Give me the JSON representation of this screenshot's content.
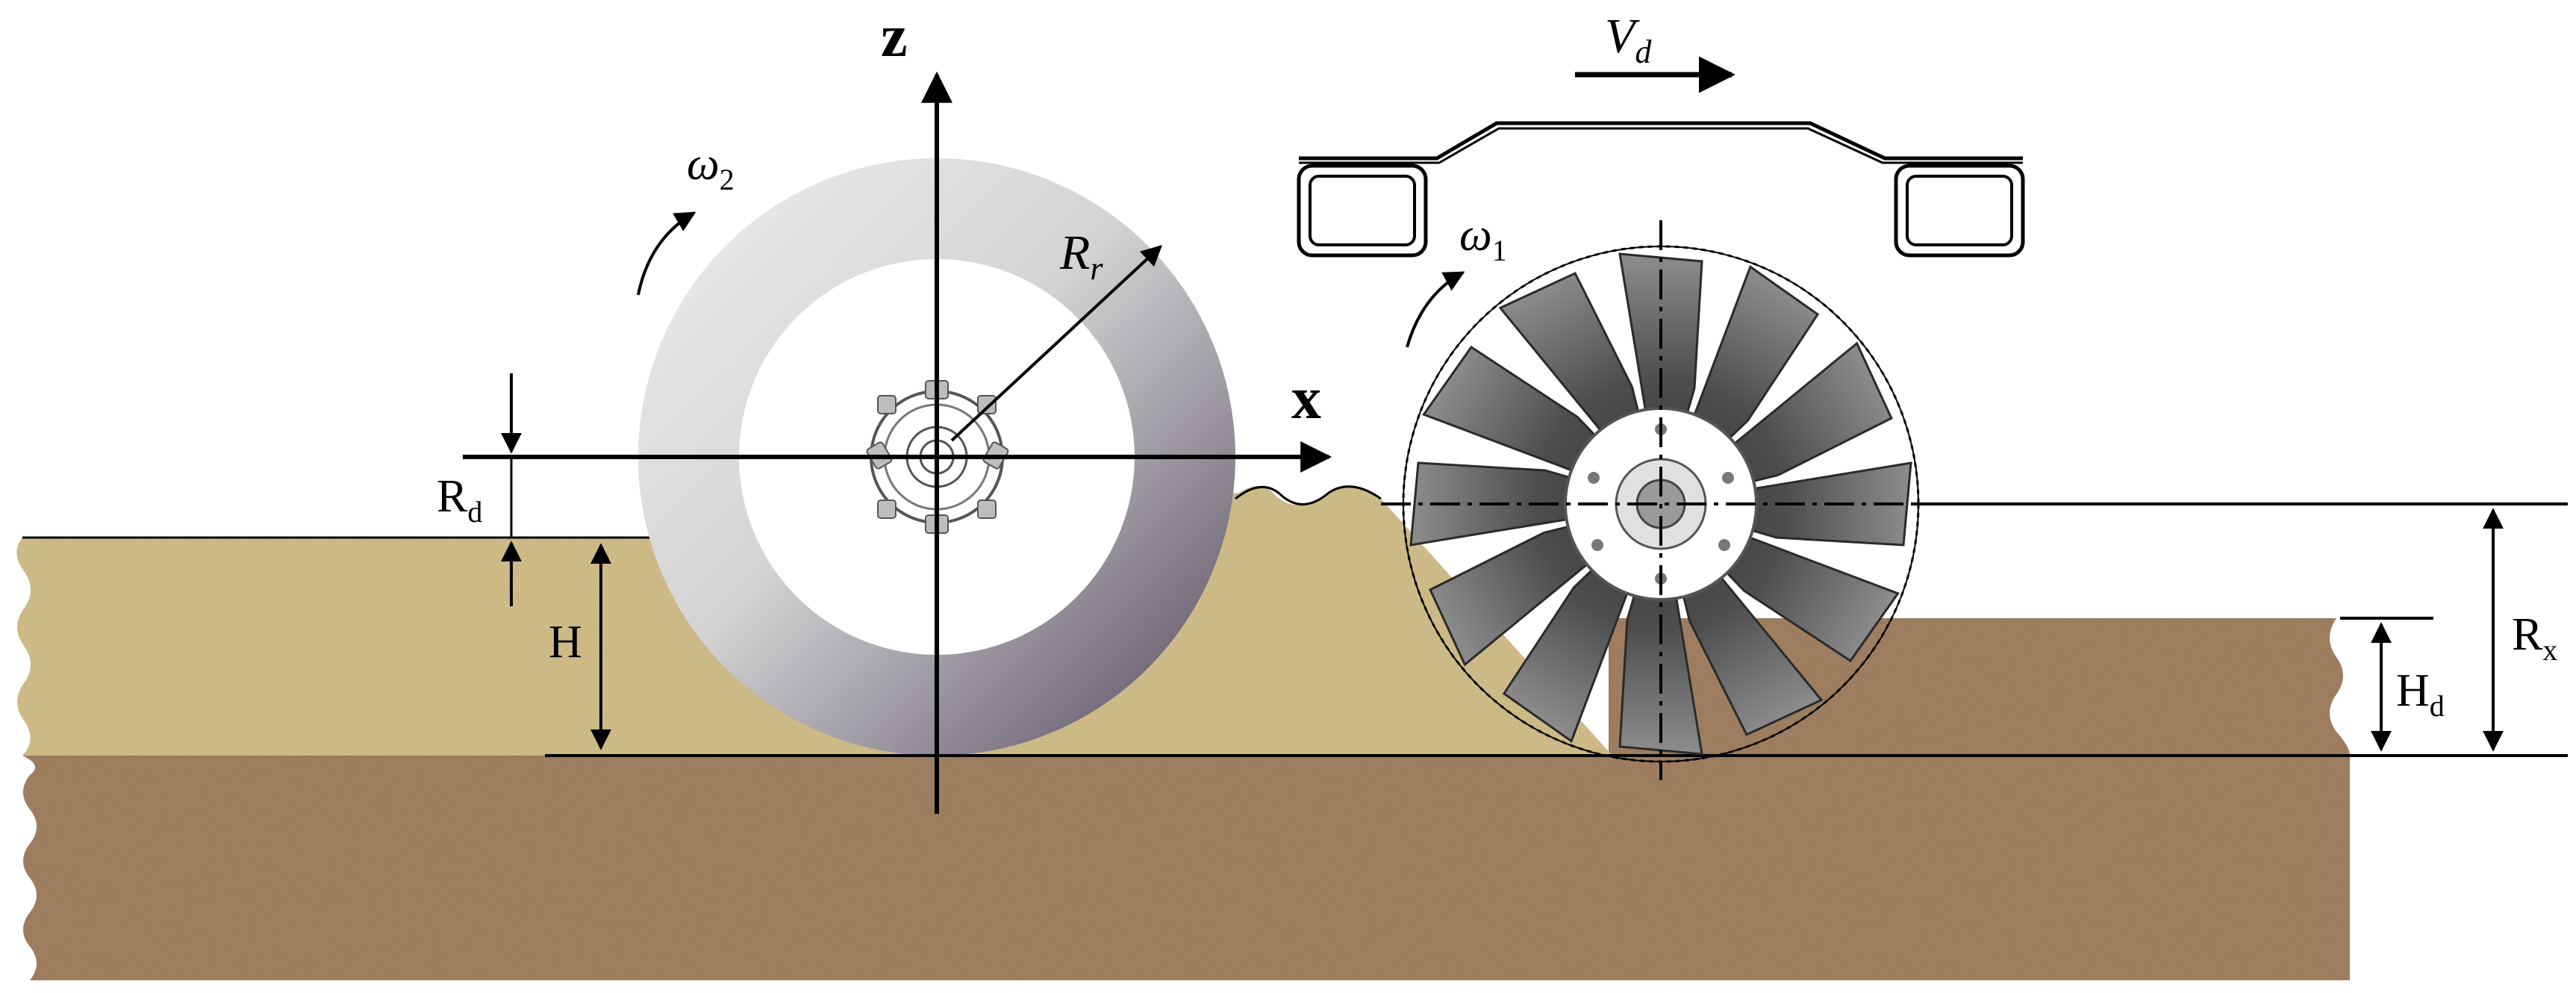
{
  "labels": {
    "z_axis": "z",
    "x_axis": "x",
    "omega2": {
      "base": "ω",
      "sub": "2"
    },
    "omega1": {
      "base": "ω",
      "sub": "1"
    },
    "rr": {
      "base": "R",
      "sub": "r"
    },
    "vd": {
      "base": "V",
      "sub": "d"
    },
    "rd": {
      "base": "R",
      "sub": "d"
    },
    "h": "H",
    "hd": {
      "base": "H",
      "sub": "d"
    },
    "rx": {
      "base": "R",
      "sub": "x"
    }
  },
  "colors": {
    "sand": "#d2bf8a",
    "soil": "#a07e5e",
    "disc_light": "#e6e6e6",
    "disc_dark": "#5f5666",
    "blade": "#5a5a5a",
    "line": "#000000"
  }
}
